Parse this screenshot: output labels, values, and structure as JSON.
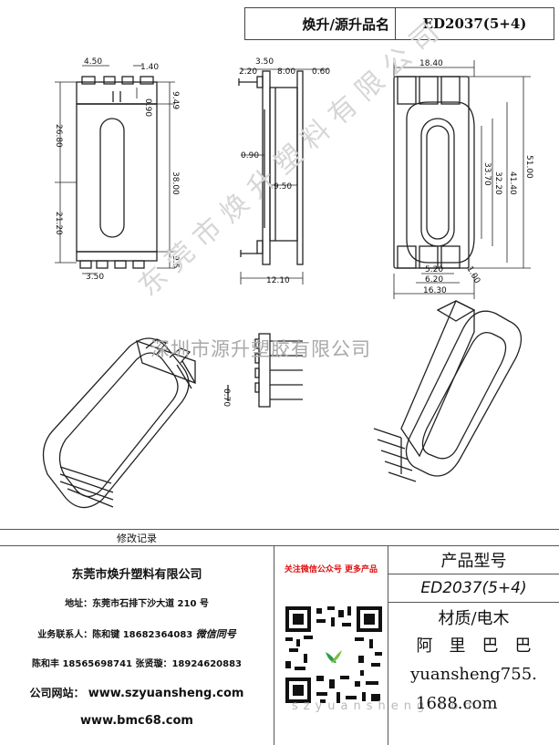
{
  "header": {
    "label": "焕升/源升品名",
    "value": "ED2037(5+4)"
  },
  "dimensions": {
    "front_top_left": "4.50",
    "front_top_right": "1.40",
    "front_slot": "0.90",
    "front_right_top": "9.49",
    "front_left_upper": "26.80",
    "front_left_lower": "21.20",
    "front_right_middle": "38.00",
    "front_right_bottom": "9.5",
    "front_bottom": "3.50",
    "side_top": "3.50",
    "side_a": "2.20",
    "side_b": "8.00",
    "side_c": "0.60",
    "side_d": "0.90",
    "side_e": "9.50",
    "side_bottom": "12.10",
    "right_top": "18.40",
    "right_a": "33.70",
    "right_b": "32.20",
    "right_c": "41.40",
    "right_d": "51.00",
    "right_e": "5.20",
    "right_f": "6.20",
    "right_g": "16.30",
    "right_h": "1.00",
    "pin_side": "0.70"
  },
  "watermark": {
    "line": "深圳市源升塑胶有限公司",
    "diagonal": "东莞市焕升塑料有限公司",
    "website": "szyuansheng.com"
  },
  "footer": {
    "revision_label": "修改记录",
    "company_name": "东莞市焕升塑料有限公司",
    "address": "地址：东莞市石排下沙大道 210 号",
    "contact_1": "业务联系人：陈和键 18682364083",
    "wechat_note": "微信同号",
    "contact_2": "陈和丰 18565698741 张贤璇：18924620883",
    "website_label": "公司网站：",
    "website_1": "www.szyuansheng.com",
    "website_2": "www.bmc68.com",
    "follow_text": "关注微信公众号 更多产品",
    "model_label": "产品型号",
    "model_value": "ED2037(5+4)",
    "material": "材质/电木",
    "alibaba": "阿　里　巴　巴",
    "shop_1": "yuansheng755.",
    "shop_2": "1688.com"
  }
}
